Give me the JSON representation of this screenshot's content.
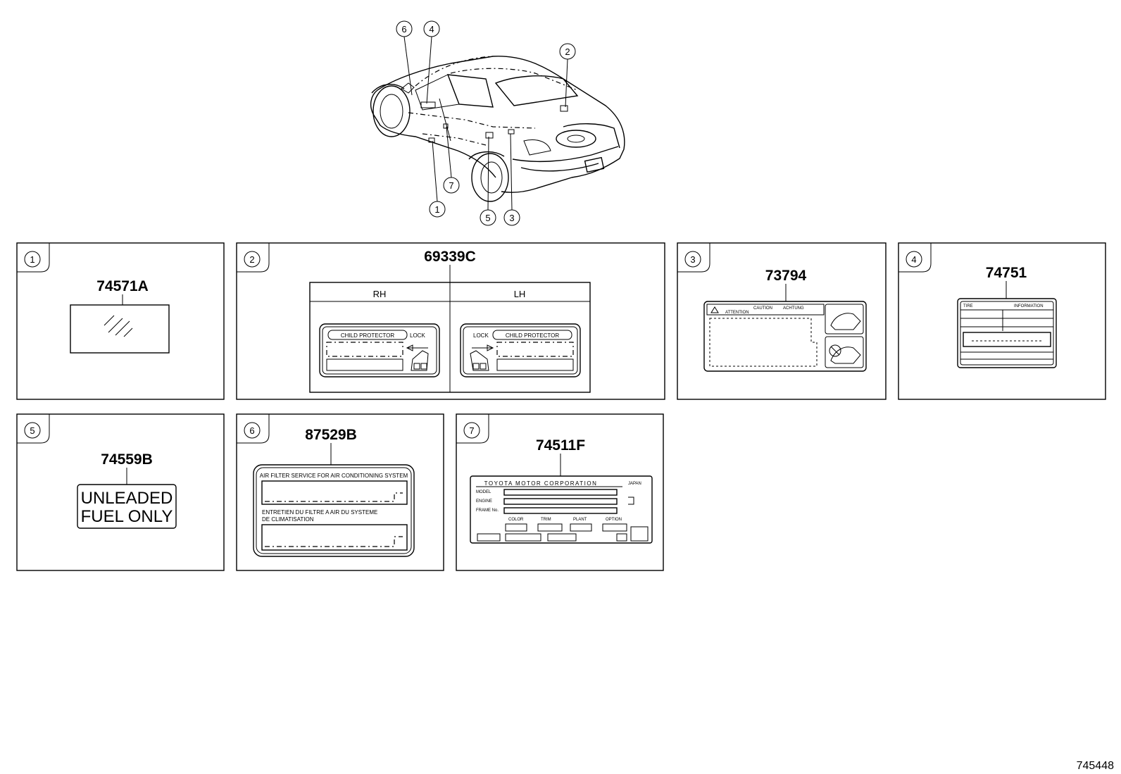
{
  "callouts": [
    "1",
    "2",
    "3",
    "4",
    "5",
    "6",
    "7"
  ],
  "panels": [
    {
      "id": "1",
      "part": "74571A"
    },
    {
      "id": "2",
      "part": "69339C",
      "rh": "RH",
      "lh": "LH",
      "label": "CHILD PROTECTOR",
      "lock": "LOCK"
    },
    {
      "id": "3",
      "part": "73794",
      "attention": "ATTENTION",
      "caution": "CAUTION",
      "warning": "ACHTUNG"
    },
    {
      "id": "4",
      "part": "74751",
      "tire": "TIRE",
      "info": "INFORMATION"
    },
    {
      "id": "5",
      "part": "74559B",
      "line1": "UNLEADED",
      "line2": "FUEL ONLY"
    },
    {
      "id": "6",
      "part": "87529B",
      "title": "AIR FILTER SERVICE FOR AIR CONDITIONING SYSTEM",
      "fr1": "ENTRETIEN DU FILTRE A AIR DU SYSTEME",
      "fr2": "DE CLIMATISATION"
    },
    {
      "id": "7",
      "part": "74511F",
      "maker": "TOYOTA MOTOR CORPORATION",
      "country": "JAPAN",
      "model": "MODEL",
      "engine": "ENGINE",
      "frame": "FRAME No.",
      "color": "COLOR",
      "trim": "TRIM",
      "plant": "PLANT",
      "option": "OPTION"
    }
  ],
  "diagram_id": "745448"
}
